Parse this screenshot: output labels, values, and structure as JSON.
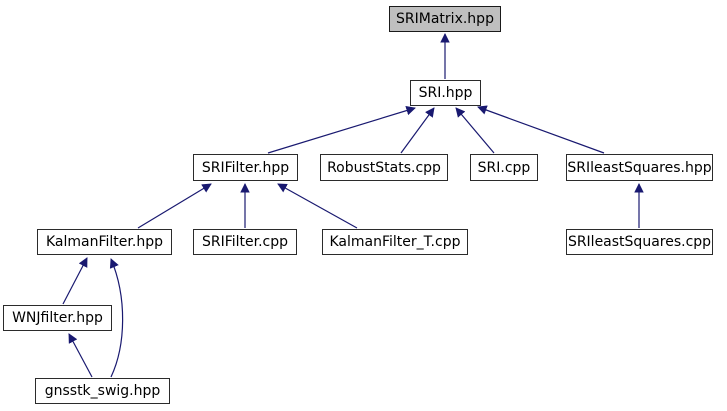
{
  "graph": {
    "type": "include-dependency-graph",
    "colors": {
      "background": "#ffffff",
      "edge": "#191970",
      "node_border": "#2b2b2b",
      "node_fill": "#ffffff",
      "highlight_fill": "#bfbfbf",
      "text": "#000000"
    },
    "nodes": [
      {
        "id": "srimatrix-hpp",
        "label": "SRIMatrix.hpp",
        "highlighted": true
      },
      {
        "id": "sri-hpp",
        "label": "SRI.hpp",
        "highlighted": false
      },
      {
        "id": "srifilter-hpp",
        "label": "SRIFilter.hpp",
        "highlighted": false
      },
      {
        "id": "robuststats-cpp",
        "label": "RobustStats.cpp",
        "highlighted": false
      },
      {
        "id": "sri-cpp",
        "label": "SRI.cpp",
        "highlighted": false
      },
      {
        "id": "srileastsquares-hpp",
        "label": "SRIleastSquares.hpp",
        "highlighted": false
      },
      {
        "id": "kalmanfilter-hpp",
        "label": "KalmanFilter.hpp",
        "highlighted": false
      },
      {
        "id": "srifilter-cpp",
        "label": "SRIFilter.cpp",
        "highlighted": false
      },
      {
        "id": "kalmanfilter-t-cpp",
        "label": "KalmanFilter_T.cpp",
        "highlighted": false
      },
      {
        "id": "srileastsquares-cpp",
        "label": "SRIleastSquares.cpp",
        "highlighted": false
      },
      {
        "id": "wnjfilter-hpp",
        "label": "WNJfilter.hpp",
        "highlighted": false
      },
      {
        "id": "gnsstk-swig-hpp",
        "label": "gnsstk_swig.hpp",
        "highlighted": false
      }
    ],
    "edges": [
      {
        "from": "SRI.hpp",
        "to": "SRIMatrix.hpp"
      },
      {
        "from": "SRIFilter.hpp",
        "to": "SRI.hpp"
      },
      {
        "from": "RobustStats.cpp",
        "to": "SRI.hpp"
      },
      {
        "from": "SRI.cpp",
        "to": "SRI.hpp"
      },
      {
        "from": "SRIleastSquares.hpp",
        "to": "SRI.hpp"
      },
      {
        "from": "KalmanFilter.hpp",
        "to": "SRIFilter.hpp"
      },
      {
        "from": "SRIFilter.cpp",
        "to": "SRIFilter.hpp"
      },
      {
        "from": "KalmanFilter_T.cpp",
        "to": "SRIFilter.hpp"
      },
      {
        "from": "SRIleastSquares.cpp",
        "to": "SRIleastSquares.hpp"
      },
      {
        "from": "WNJfilter.hpp",
        "to": "KalmanFilter.hpp"
      },
      {
        "from": "gnsstk_swig.hpp",
        "to": "WNJfilter.hpp"
      },
      {
        "from": "gnsstk_swig.hpp",
        "to": "KalmanFilter.hpp"
      }
    ]
  }
}
